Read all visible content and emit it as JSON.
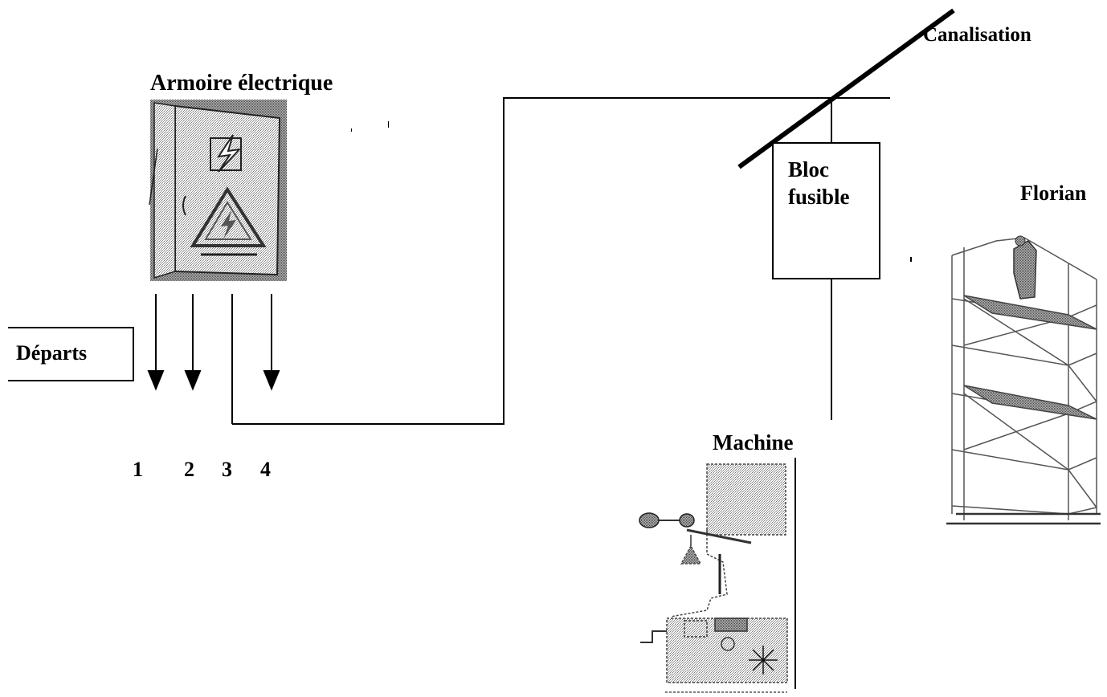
{
  "labels": {
    "armoire": "Armoire électrique",
    "canalisation": "Canalisation",
    "bloc_line1": "Bloc",
    "bloc_line2": "fusible",
    "florian": "Florian",
    "machine": "Machine",
    "departs": "Départs"
  },
  "departures": [
    "1",
    "2",
    "3",
    "4"
  ],
  "icons": {
    "cabinet": "electrical-cabinet-icon",
    "machine": "machine-tool-icon",
    "scaffold": "scaffolding-icon"
  }
}
